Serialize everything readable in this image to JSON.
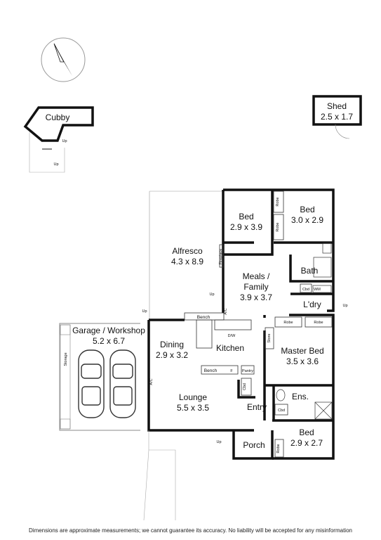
{
  "rooms": {
    "cubby": "Cubby",
    "shed": "Shed",
    "shed_size": "2.5 x 1.7",
    "bed2": "Bed",
    "bed2_size": "2.9 x 3.9",
    "bed3": "Bed",
    "bed3_size": "3.0 x 2.9",
    "alfresco": "Alfresco",
    "alfresco_size": "4.3 x 8.9",
    "meals": "Meals /",
    "meals2": "Family",
    "meals_size": "3.9 x 3.7",
    "bath": "Bath",
    "laundry": "L'dry",
    "garage": "Garage / Workshop",
    "garage_size": "5.2 x 6.7",
    "dining": "Dining",
    "dining_size": "2.9 x 3.2",
    "kitchen": "Kitchen",
    "master": "Master Bed",
    "master_size": "3.5 x 3.6",
    "lounge": "Lounge",
    "lounge_size": "5.5 x 3.5",
    "entry": "Entry",
    "ensuite": "Ens.",
    "porch": "Porch",
    "bed4": "Bed",
    "bed4_size": "2.9 x 2.7"
  },
  "fixtures": {
    "robe": "Robe",
    "fireplace": "Fireplace",
    "bench": "Bench",
    "dw": "D/W",
    "ac": "A/C",
    "pantry": "Pantry",
    "fridge": "F",
    "cbd": "Cbd",
    "wm": "WM",
    "store": "Store",
    "storage": "Storage",
    "up": "Up"
  },
  "disclaimer": "Dimensions are approximate measurements; we cannot guarantee its accuracy. No liability will be accepted for any misinformation"
}
